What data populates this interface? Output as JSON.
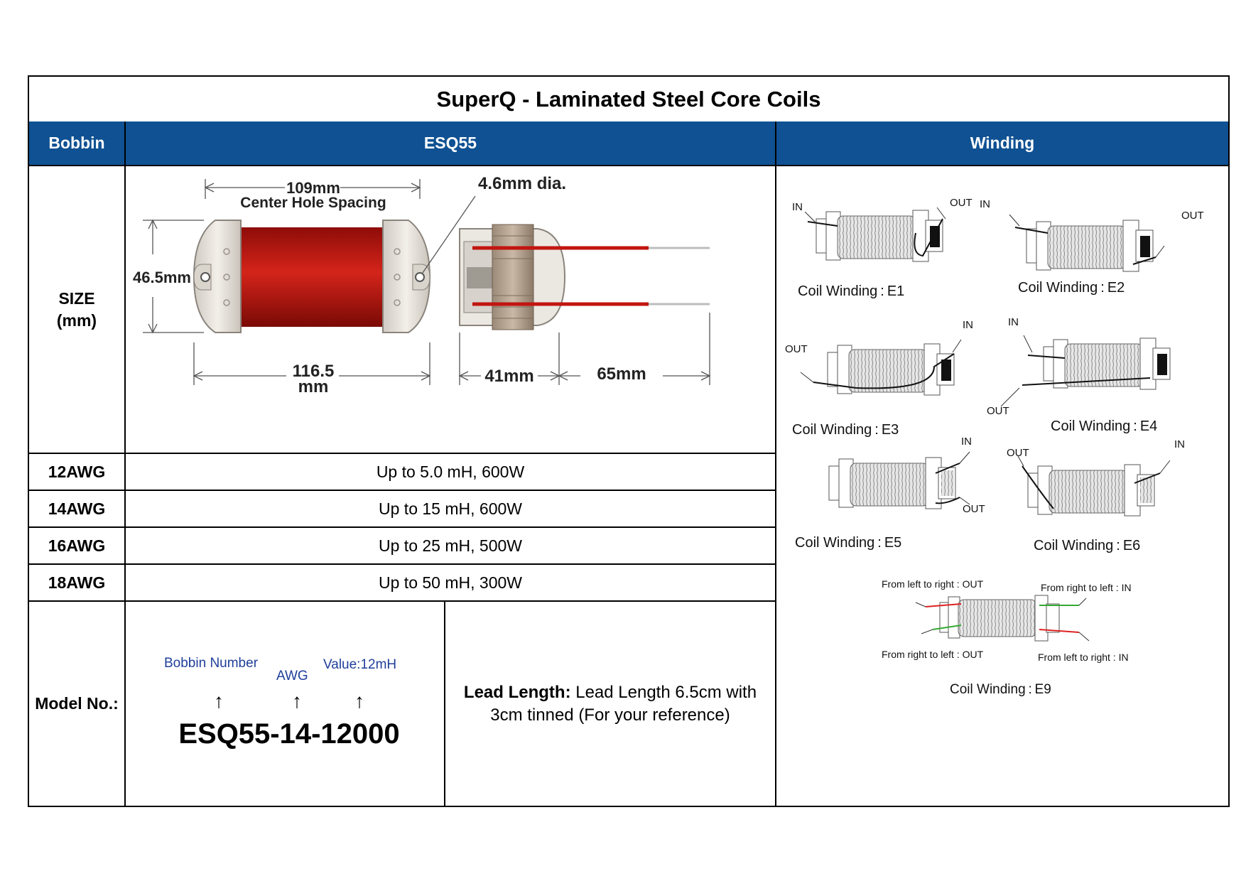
{
  "title": "SuperQ - Laminated Steel Core Coils",
  "header": {
    "bobbin": "Bobbin",
    "model": "ESQ55",
    "winding": "Winding"
  },
  "size": {
    "label_line1": "SIZE",
    "label_line2": "(mm)",
    "dim_spacing_value": "109mm",
    "dim_spacing_caption": "Center Hole Spacing",
    "dim_hole": "4.6mm dia.",
    "dim_height": "46.5mm",
    "dim_length_line1": "116.5",
    "dim_length_line2": "mm",
    "dim_core": "41mm",
    "dim_lead": "65mm"
  },
  "awg_rows": [
    {
      "awg": "12AWG",
      "spec": "Up to 5.0 mH, 600W"
    },
    {
      "awg": "14AWG",
      "spec": "Up to 15 mH, 600W"
    },
    {
      "awg": "16AWG",
      "spec": "Up to 25 mH, 500W"
    },
    {
      "awg": "18AWG",
      "spec": "Up to 50 mH, 300W"
    }
  ],
  "model": {
    "label": "Model No.:",
    "bobbin_number": "Bobbin Number",
    "awg": "AWG",
    "value": "Value:12mH",
    "code": "ESQ55-14-12000"
  },
  "lead": {
    "bold": "Lead Length:",
    "text1": " Lead Length 6.5cm with",
    "text2": "3cm tinned  (For your reference)"
  },
  "windings": {
    "e1": {
      "caption": "Coil Winding : E1",
      "in": "IN",
      "out": "OUT"
    },
    "e2": {
      "caption": "Coil Winding : E2",
      "in": "IN",
      "out": "OUT"
    },
    "e3": {
      "caption": "Coil Winding : E3",
      "in": "IN",
      "out": "OUT"
    },
    "e4": {
      "caption": "Coil Winding : E4",
      "in": "IN",
      "out": "OUT"
    },
    "e5": {
      "caption": "Coil Winding : E5",
      "in": "IN",
      "out": "OUT"
    },
    "e6": {
      "caption": "Coil Winding : E6",
      "in": "IN",
      "out": "OUT"
    },
    "e9": {
      "caption": "Coil Winding : E9",
      "tl": "From left to right : OUT",
      "tr": "From right to left : IN",
      "bl": "From right to left : OUT",
      "br": "From left to right : IN"
    }
  },
  "colors": {
    "header_bg": "#0f5192",
    "coil_copper": "#c2140f",
    "blue_label": "#1f3f9a"
  }
}
